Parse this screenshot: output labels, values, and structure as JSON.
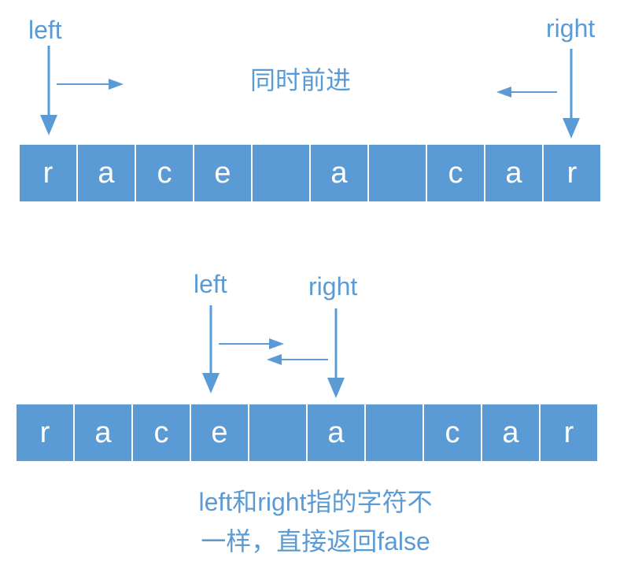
{
  "colors": {
    "accent": "#5b9bd5",
    "cell_text": "#ffffff"
  },
  "top": {
    "left_label": "left",
    "right_label": "right",
    "caption": "同时前进",
    "chars": [
      "r",
      "a",
      "c",
      "e",
      "",
      "a",
      "",
      "c",
      "a",
      "r"
    ]
  },
  "bottom": {
    "left_label": "left",
    "right_label": "right",
    "chars": [
      "r",
      "a",
      "c",
      "e",
      "",
      "a",
      "",
      "c",
      "a",
      "r"
    ]
  },
  "caption": {
    "line1": "left和right指的字符不",
    "line2": "一样，直接返回false"
  }
}
